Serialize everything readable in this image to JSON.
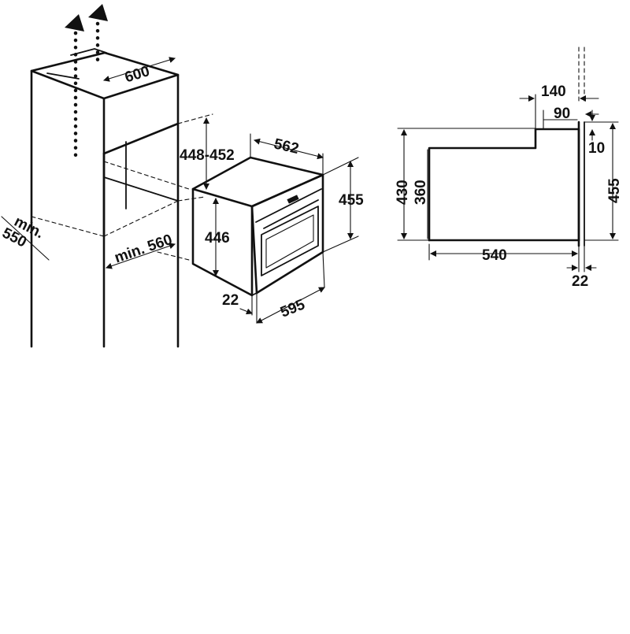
{
  "diagram": {
    "left_view": {
      "niche_width": "600",
      "niche_depth": "min.\n550",
      "niche_opening_width": "min. 560",
      "niche_opening_height": "448-452",
      "oven_depth": "562",
      "oven_height_total": "455",
      "oven_body_height": "446",
      "front_panel_offset": "22",
      "oven_front_width": "595"
    },
    "right_view": {
      "step_width": "140",
      "step_inner": "90",
      "top_offset": "10",
      "height_430": "430",
      "height_360": "360",
      "height_455": "455",
      "depth": "540",
      "front_thickness": "22"
    }
  }
}
